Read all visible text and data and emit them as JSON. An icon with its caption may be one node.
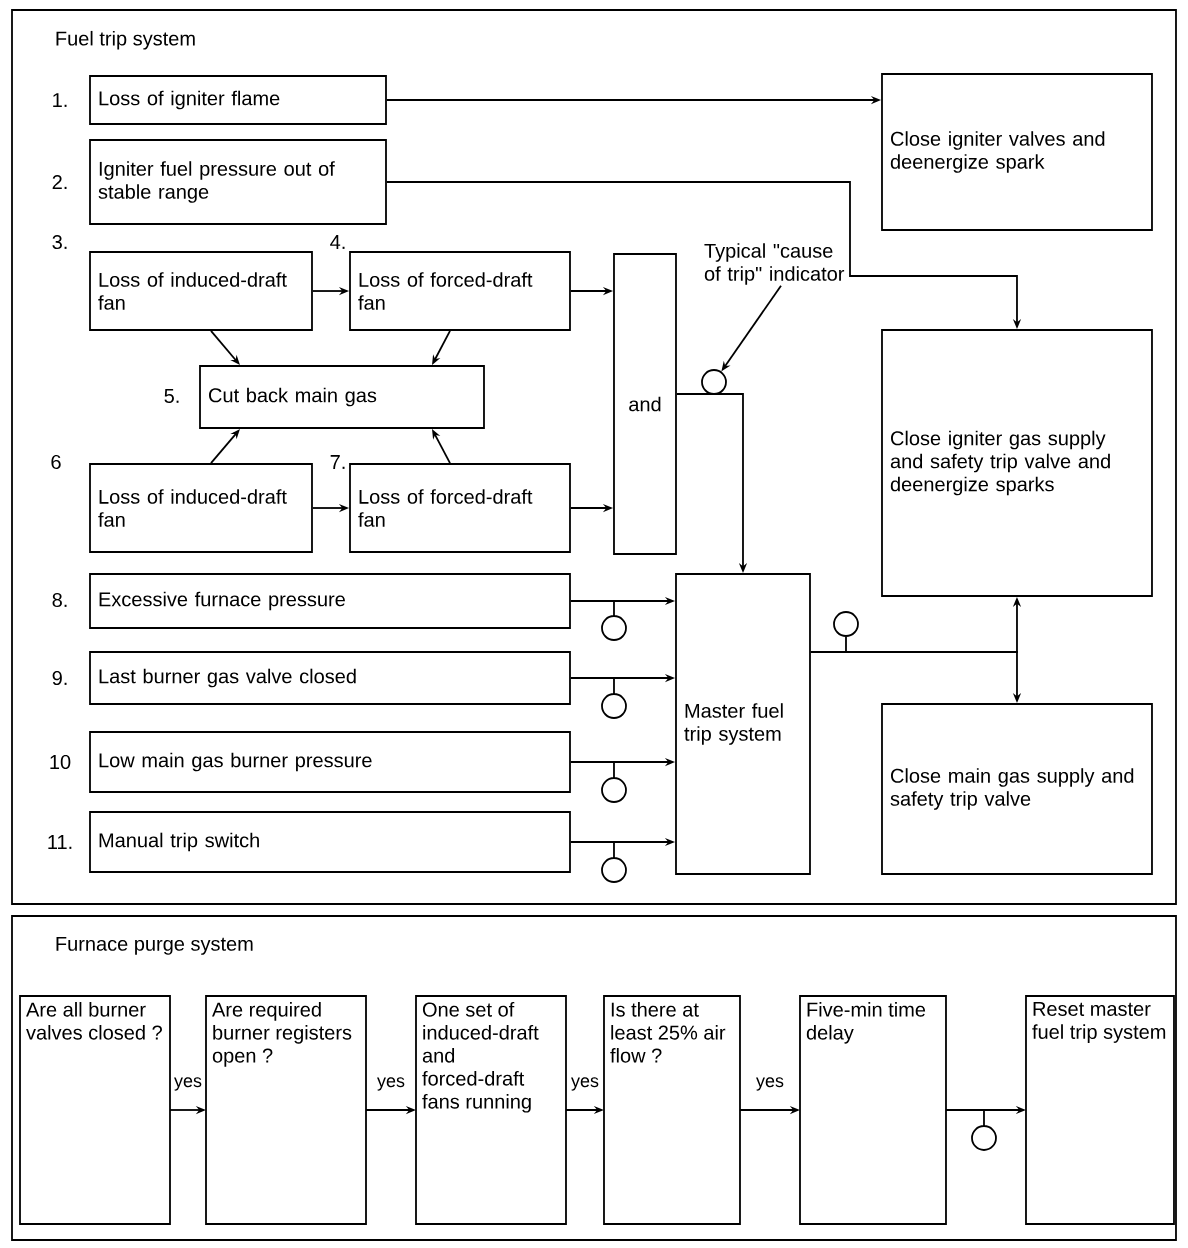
{
  "diagram": {
    "nodes": [
      {
        "text": [
          "Fuel trip system"
        ]
      },
      {
        "text": [
          "Loss of igniter flame"
        ],
        "beside": [
          "1."
        ],
        "in": 0
      },
      {
        "text": [
          "Close igniter valves and deenergize spark"
        ],
        "in": 0
      },
      {
        "text": [
          "Igniter fuel pressure out of stable range"
        ],
        "beside": [
          "2."
        ],
        "in": 0
      },
      {
        "text": [
          "Loss of induced-draft fan"
        ],
        "beside": [
          "3."
        ],
        "in": 0
      },
      {
        "text": [
          "Loss of forced-draft fan"
        ],
        "beside": [
          "4."
        ],
        "in": 0
      },
      {
        "text": [
          "and"
        ],
        "in": 0
      },
      {
        "text": [
          "Typical \"cause of trip\" indicator"
        ],
        "in": 0
      },
      {
        "text": [],
        "shape": "circle",
        "in": 0
      },
      {
        "text": [
          "Close igniter gas supply and safety trip valve and deenergize sparks"
        ],
        "in": 0
      },
      {
        "text": [
          "Cut back main gas"
        ],
        "beside": [
          "5."
        ],
        "in": 0
      },
      {
        "text": [
          "Loss of induced-draft fan"
        ],
        "beside": [
          "6"
        ],
        "in": 0
      },
      {
        "text": [
          "Loss of forced-draft fan"
        ],
        "beside": [
          "7."
        ],
        "in": 0
      },
      {
        "text": [
          "Excessive furnace pressure"
        ],
        "beside": [
          "8."
        ],
        "in": 0
      },
      {
        "text": [
          "Last burner gas valve closed"
        ],
        "beside": [
          "9."
        ],
        "in": 0
      },
      {
        "text": [
          "Low main gas burner pressure"
        ],
        "beside": [
          "10"
        ],
        "in": 0
      },
      {
        "text": [
          "Manual trip switch"
        ],
        "beside": [
          "11."
        ],
        "in": 0
      },
      {
        "text": [
          "Master fuel trip system"
        ],
        "in": 0
      },
      {
        "text": [
          "Close main gas supply and safety trip valve"
        ],
        "in": 0
      },
      {
        "text": [
          "Furnace purge system"
        ]
      },
      {
        "text": [
          "Are all burner valves closed ?"
        ],
        "in": 19
      },
      {
        "text": [
          "Are required burner registers open ?"
        ],
        "in": 19
      },
      {
        "text": [
          "One set of induced-draft and forced-draft fans running"
        ],
        "in": 19
      },
      {
        "text": [
          "Is there at least 25% air flow ?"
        ],
        "in": 19
      },
      {
        "text": [
          "Five-min time delay"
        ],
        "in": 19
      },
      {
        "text": [
          "Reset master fuel trip system"
        ],
        "in": 19
      }
    ],
    "edges": [
      {
        "from": 1,
        "to": 2,
        "arrow": "to"
      },
      {
        "from": 3,
        "to": 9,
        "arrow": "to"
      },
      {
        "from": 4,
        "to": 5,
        "arrow": "to"
      },
      {
        "from": 4,
        "to": 10,
        "arrow": "to"
      },
      {
        "from": 5,
        "to": 10,
        "arrow": "to"
      },
      {
        "from": 11,
        "to": 10,
        "arrow": "to"
      },
      {
        "from": 12,
        "to": 10,
        "arrow": "to"
      },
      {
        "from": 11,
        "to": 12,
        "arrow": "to"
      },
      {
        "from": 5,
        "to": 6,
        "arrow": "to"
      },
      {
        "from": 12,
        "to": 6,
        "arrow": "to"
      },
      {
        "from": 6,
        "to": 17,
        "arrow": "to"
      },
      {
        "from": 7,
        "to": 8,
        "arrow": "to"
      },
      {
        "from": 13,
        "to": 17,
        "arrow": "to"
      },
      {
        "from": 14,
        "to": 17,
        "arrow": "to"
      },
      {
        "from": 15,
        "to": 17,
        "arrow": "to"
      },
      {
        "from": 16,
        "to": 17,
        "arrow": "to"
      },
      {
        "from": 17,
        "to": 9,
        "arrow": "to"
      },
      {
        "from": 17,
        "to": 18,
        "arrow": "to"
      },
      {
        "from": 20,
        "to": 21,
        "arrow": "to",
        "label": "yes"
      },
      {
        "from": 21,
        "to": 22,
        "arrow": "to",
        "label": "yes"
      },
      {
        "from": 22,
        "to": 23,
        "arrow": "to",
        "label": "yes"
      },
      {
        "from": 23,
        "to": 24,
        "arrow": "to",
        "label": "yes"
      },
      {
        "from": 24,
        "to": 25,
        "arrow": "to"
      }
    ]
  }
}
